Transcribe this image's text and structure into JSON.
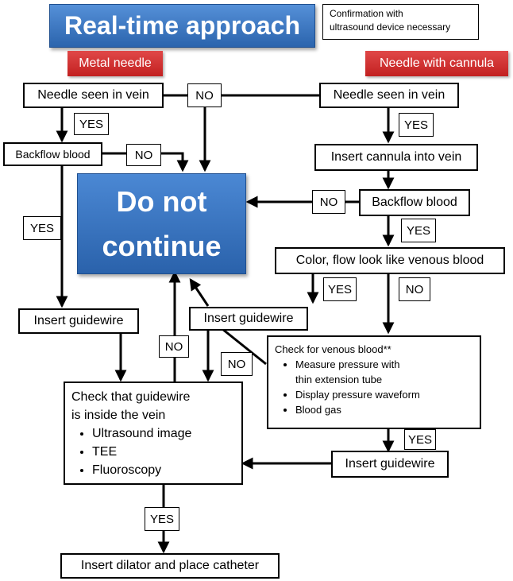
{
  "title": "Real-time approach",
  "note": {
    "line1": "Confirmation with",
    "line2": "ultrasound device necessary"
  },
  "headers": {
    "metal_needle": "Metal needle",
    "needle_cannula": "Needle with cannula"
  },
  "stop": {
    "line1": "Do not",
    "line2": "continue"
  },
  "left": {
    "needle_seen": "Needle seen in vein",
    "backflow": "Backflow blood",
    "insert_guidewire": "Insert guidewire"
  },
  "right": {
    "needle_seen": "Needle seen in vein",
    "insert_cannula": "Insert cannula into vein",
    "backflow": "Backflow blood",
    "color_flow": "Color, flow look like venous blood",
    "insert_guidewire": "Insert guidewire"
  },
  "middle": {
    "insert_guidewire": "Insert guidewire"
  },
  "venous_check": {
    "heading": "Check for venous blood**",
    "items": [
      "Measure pressure with",
      "thin extension tube",
      "Display pressure waveform",
      "Blood gas"
    ]
  },
  "guidewire_check": {
    "line1": "Check that guidewire",
    "line2": "is inside the vein",
    "items": [
      "Ultrasound image",
      "TEE",
      "Fluoroscopy"
    ]
  },
  "final": "Insert dilator and place catheter",
  "labels": {
    "no": "NO",
    "yes": "YES"
  }
}
